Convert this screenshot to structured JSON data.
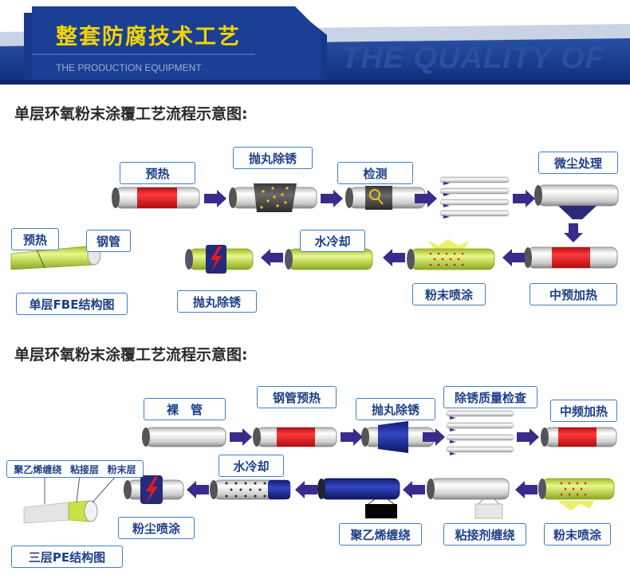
{
  "banner": {
    "title": "整套防腐技术工艺",
    "subtitle": "THE PRODUCTION EQUIPMENT",
    "ghost_text": "THE QUALITY OF"
  },
  "section1": {
    "heading": "单层环氧粉末涂覆工艺流程示意图:",
    "steps": [
      "预热",
      "抛丸除锈",
      "检测",
      "微尘处理",
      "中预加热",
      "粉末喷涂",
      "水冷却",
      "抛丸除锈"
    ],
    "structure": {
      "title": "单层FBE结构图",
      "labels": [
        "预热",
        "钢管"
      ]
    }
  },
  "section2": {
    "heading": "单层环氧粉末涂覆工艺流程示意图:",
    "steps": [
      "裸　管",
      "钢管预热",
      "抛丸除锈",
      "除锈质量检查",
      "中频加热",
      "粉末喷涂",
      "粘接剂缠绕",
      "聚乙烯缠绕",
      "水冷却",
      "粉尘喷涂"
    ],
    "structure": {
      "title": "三层PE结构图",
      "labels": [
        "聚乙烯缠绕",
        "粘接层",
        "粉末层"
      ]
    }
  },
  "colors": {
    "banner_blue": "#163a8a",
    "title_yellow": "#f4d400",
    "label_blue": "#1d3f88",
    "box_border": "#3f7fc8",
    "arrow": "#3a2a8c",
    "heat_red": "#e11a22",
    "coating_green": "#c8e24a",
    "pe_blue": "#1d2f9a"
  }
}
